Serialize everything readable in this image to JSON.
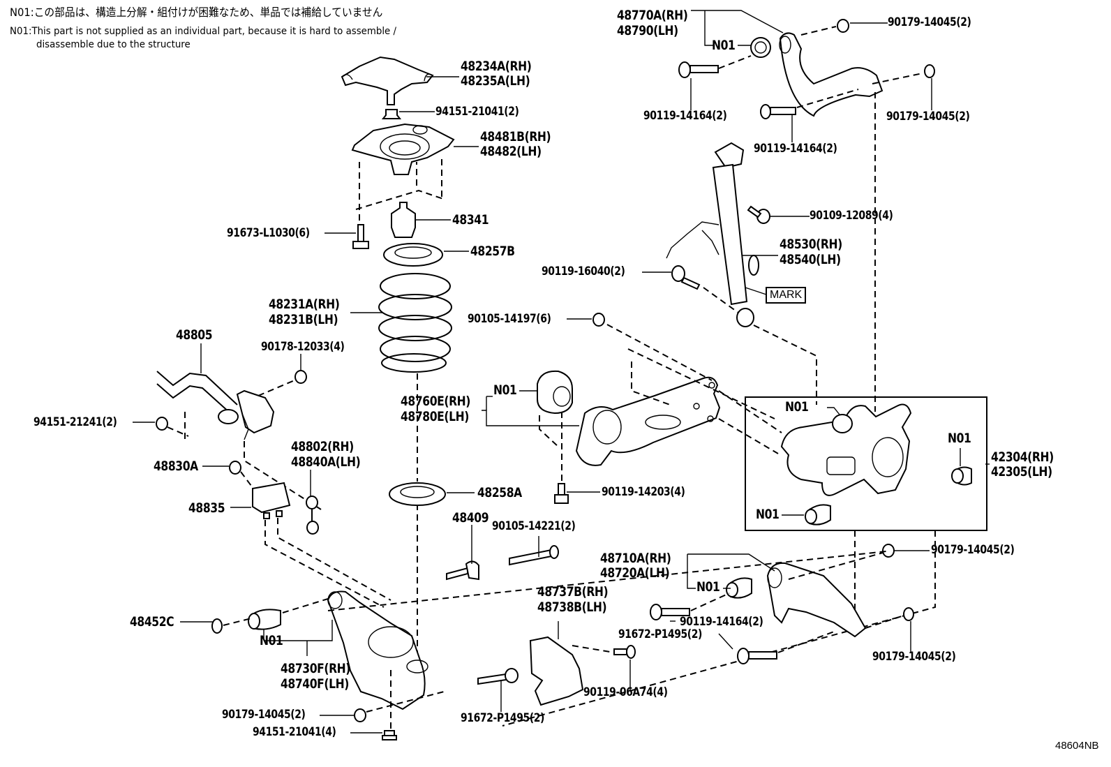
{
  "notes": {
    "jp": "N01:この部品は、構造上分解・組付けが困難なため、単品では補給していません",
    "en_line1": "N01:This part is not supplied as an individual part, because it is hard to assemble /",
    "en_line2": "disassemble due to the structure"
  },
  "figure_id": "48604NB",
  "mark_label": "MARK",
  "n01": "N01",
  "parts": {
    "p48770A": "48770A(RH)",
    "p48790": "48790(LH)",
    "p90179_a": "90179-14045(2)",
    "p90179_b": "90179-14045(2)",
    "p90119_14164_a": "90119-14164(2)",
    "p90119_14164_b": "90119-14164(2)",
    "p48234A": "48234A(RH)",
    "p48235A": "48235A(LH)",
    "p94151_21041_2": "94151-21041(2)",
    "p48481B": "48481B(RH)",
    "p48482": "48482(LH)",
    "p91673": "91673-L1030(6)",
    "p48341": "48341",
    "p48257B": "48257B",
    "p90109": "90109-12089(4)",
    "p48530": "48530(RH)",
    "p48540": "48540(LH)",
    "p90119_16040": "90119-16040(2)",
    "p48231A": "48231A(RH)",
    "p48231B": "48231B(LH)",
    "p90105_14197": "90105-14197(6)",
    "p48805": "48805",
    "p90178": "90178-12033(4)",
    "p94151_21241": "94151-21241(2)",
    "p48760E": "48760E(RH)",
    "p48780E": "48780E(LH)",
    "p42304": "42304(RH)",
    "p42305": "42305(LH)",
    "p48802": "48802(RH)",
    "p48840A": "48840A(LH)",
    "p48830A": "48830A",
    "p48835": "48835",
    "p48258A": "48258A",
    "p90119_14203": "90119-14203(4)",
    "p48409": "48409",
    "p90105_14221": "90105-14221(2)",
    "p90179_c": "90179-14045(2)",
    "p48710A": "48710A(RH)",
    "p48720A": "48720A(LH)",
    "p48737B": "48737B(RH)",
    "p48738B": "48738B(LH)",
    "p90119_14164_c": "90119-14164(2)",
    "p48452C": "48452C",
    "p91672_a": "91672-P1495(2)",
    "p90179_d": "90179-14045(2)",
    "p48730F": "48730F(RH)",
    "p48740F": "48740F(LH)",
    "p90119_06A74": "90119-06A74(4)",
    "p90179_e": "90179-14045(2)",
    "p91672_b": "91672-P1495(2)",
    "p94151_21041_4": "94151-21041(4)"
  }
}
